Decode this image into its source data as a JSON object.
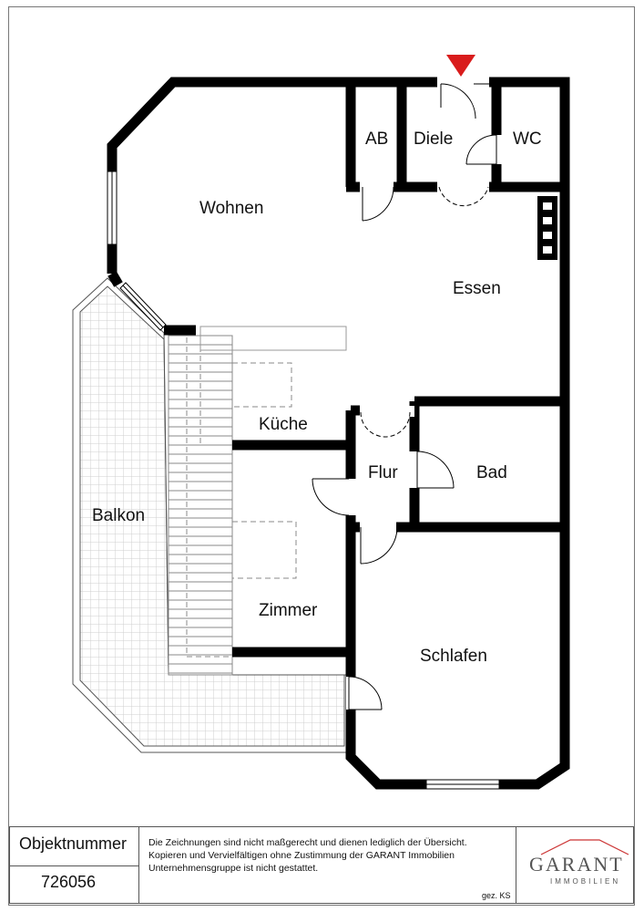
{
  "rooms": {
    "wohnen": "Wohnen",
    "ab": "AB",
    "diele": "Diele",
    "wc": "WC",
    "essen": "Essen",
    "kueche": "Küche",
    "flur": "Flur",
    "bad": "Bad",
    "balkon": "Balkon",
    "zimmer": "Zimmer",
    "schlafen": "Schlafen"
  },
  "footer": {
    "objekt_label": "Objektnummer",
    "objekt_value": "726056",
    "disclaimer_line1": "Die Zeichnungen sind nicht maßgerecht und dienen lediglich der Übersicht.",
    "disclaimer_line2": "Kopieren und Vervielfältigen ohne Zustimmung der GARANT Immobilien",
    "disclaimer_line3": "Unternehmensgruppe ist nicht gestattet.",
    "signature": "gez. KS",
    "brand_name": "GARANT",
    "brand_sub": "IMMOBILIEN"
  },
  "colors": {
    "wall": "#000000",
    "entrance_marker": "#d91c1c",
    "balcony_grid": "#c8c8c8"
  }
}
